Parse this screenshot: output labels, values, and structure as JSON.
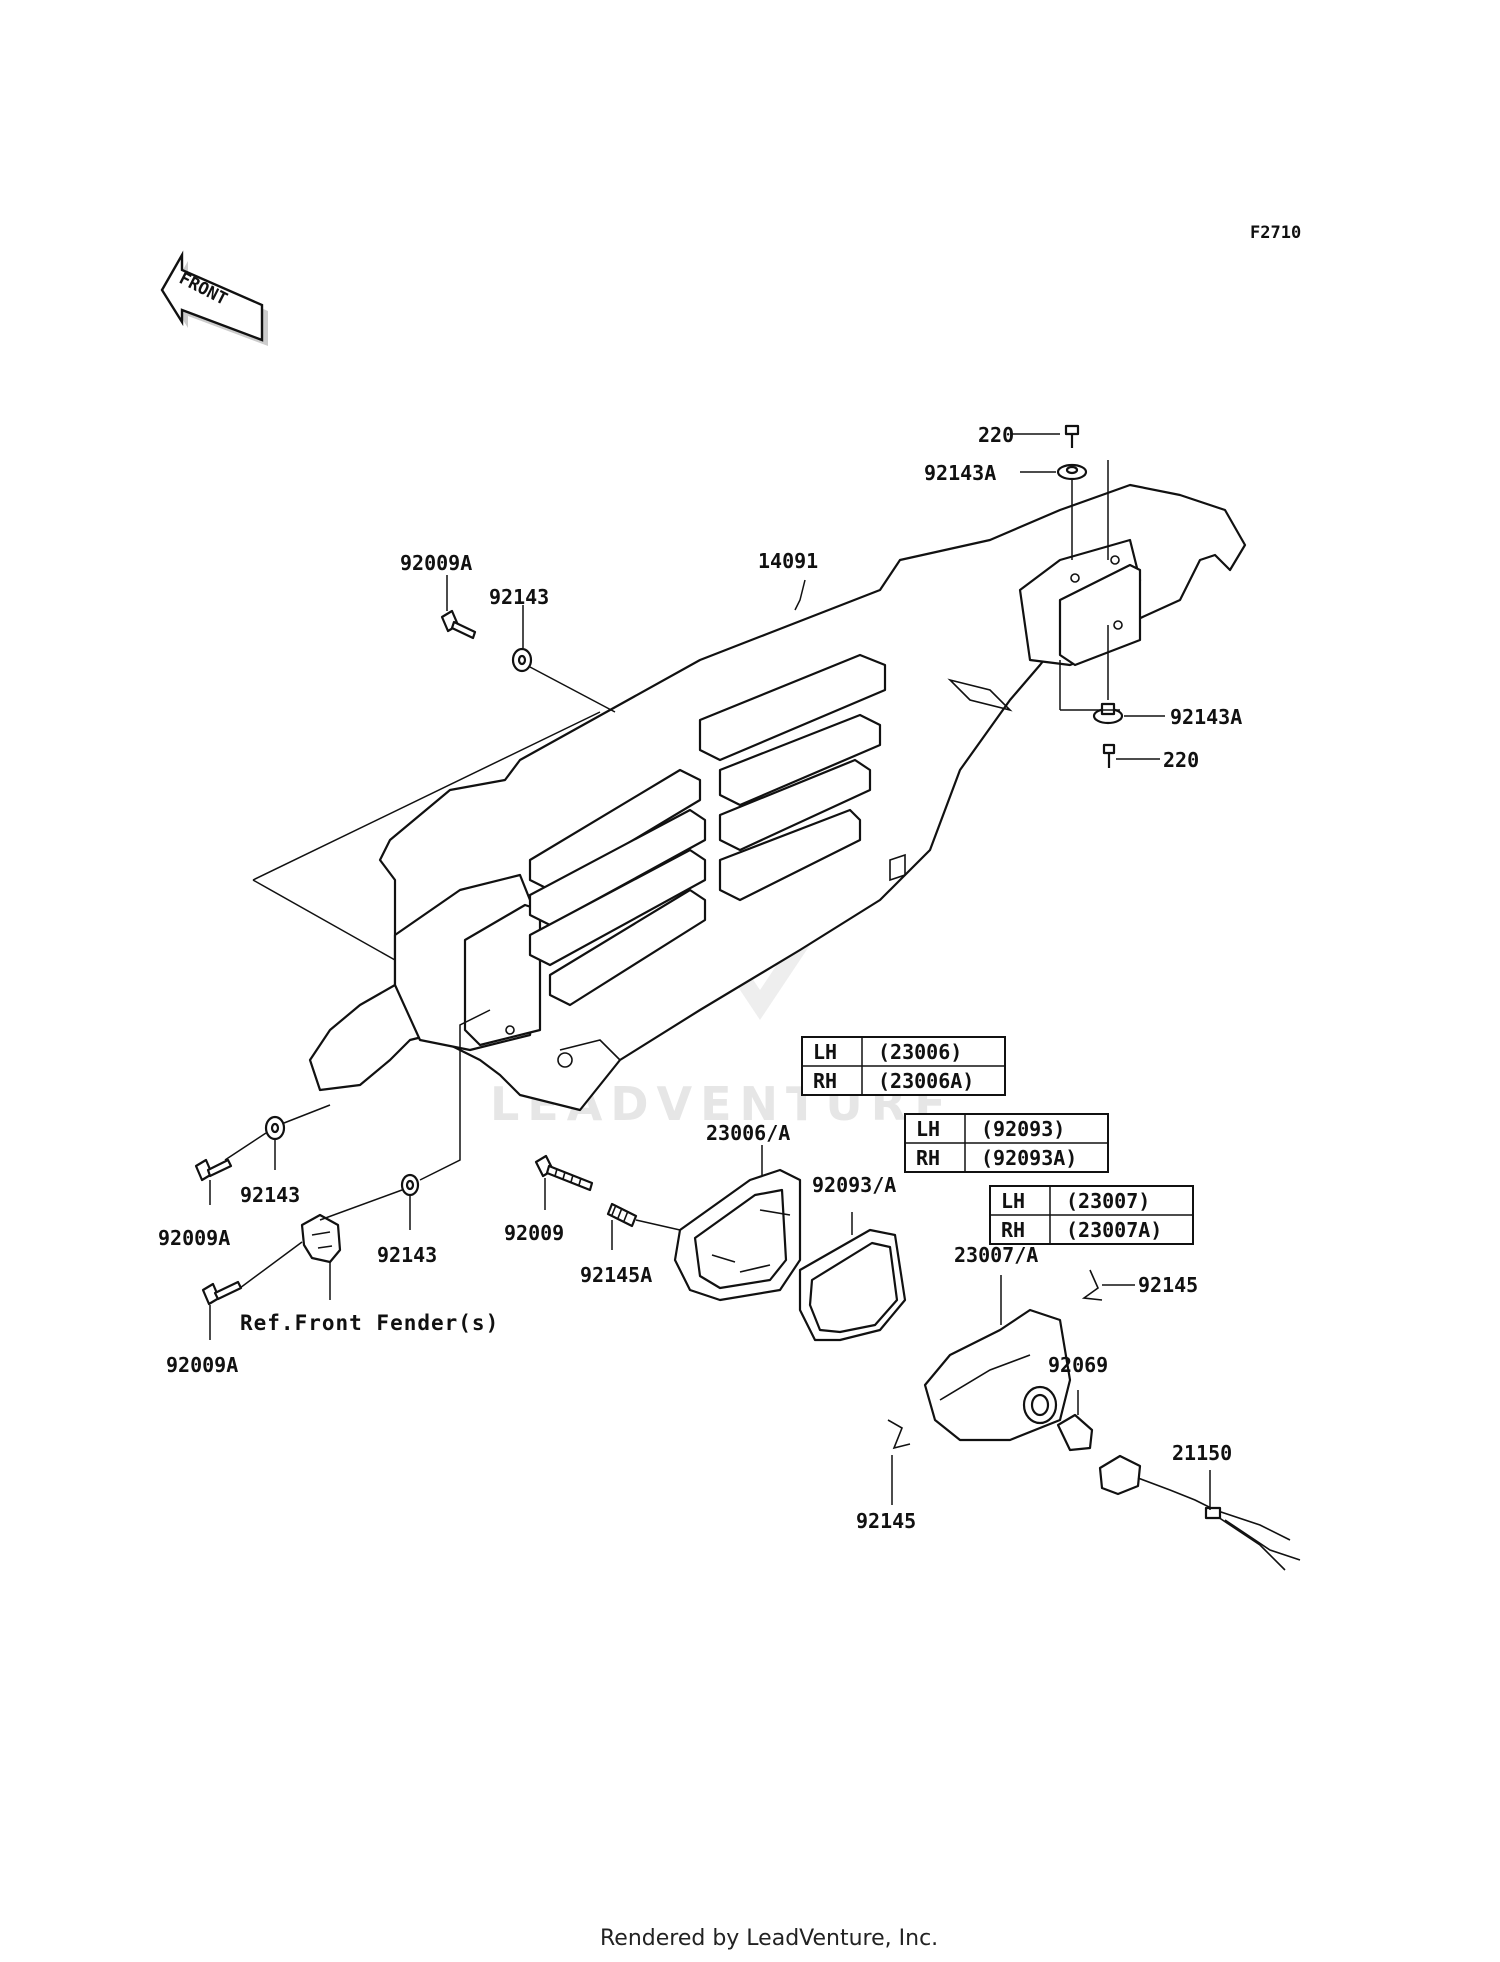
{
  "figure_code": "F2710",
  "front_arrow_label": "FRONT",
  "watermark": "LEADVENTURE",
  "footer": "Rendered by LeadVenture, Inc.",
  "reference_note": "Ref.Front Fender(s)",
  "callouts": {
    "p220_top": "220",
    "p92143A_top": "92143A",
    "p14091": "14091",
    "p92009A_top": "92009A",
    "p92143_top": "92143",
    "p92143A_right": "92143A",
    "p220_right": "220",
    "p92009A_left": "92009A",
    "p92143_left": "92143",
    "p92143_mid": "92143",
    "p92009A_bottom": "92009A",
    "p92009": "92009",
    "p92145A": "92145A",
    "p23006A": "23006/A",
    "p92093A": "92093/A",
    "p23007A": "23007/A",
    "p92145_right": "92145",
    "p92069": "92069",
    "p21150": "21150",
    "p92145_bottom": "92145"
  },
  "side_tables": [
    {
      "rows": [
        {
          "side": "LH",
          "part": "(23006)"
        },
        {
          "side": "RH",
          "part": "(23006A)"
        }
      ]
    },
    {
      "rows": [
        {
          "side": "LH",
          "part": "(92093)"
        },
        {
          "side": "RH",
          "part": "(92093A)"
        }
      ]
    },
    {
      "rows": [
        {
          "side": "LH",
          "part": "(23007)"
        },
        {
          "side": "RH",
          "part": "(23007A)"
        }
      ]
    }
  ]
}
